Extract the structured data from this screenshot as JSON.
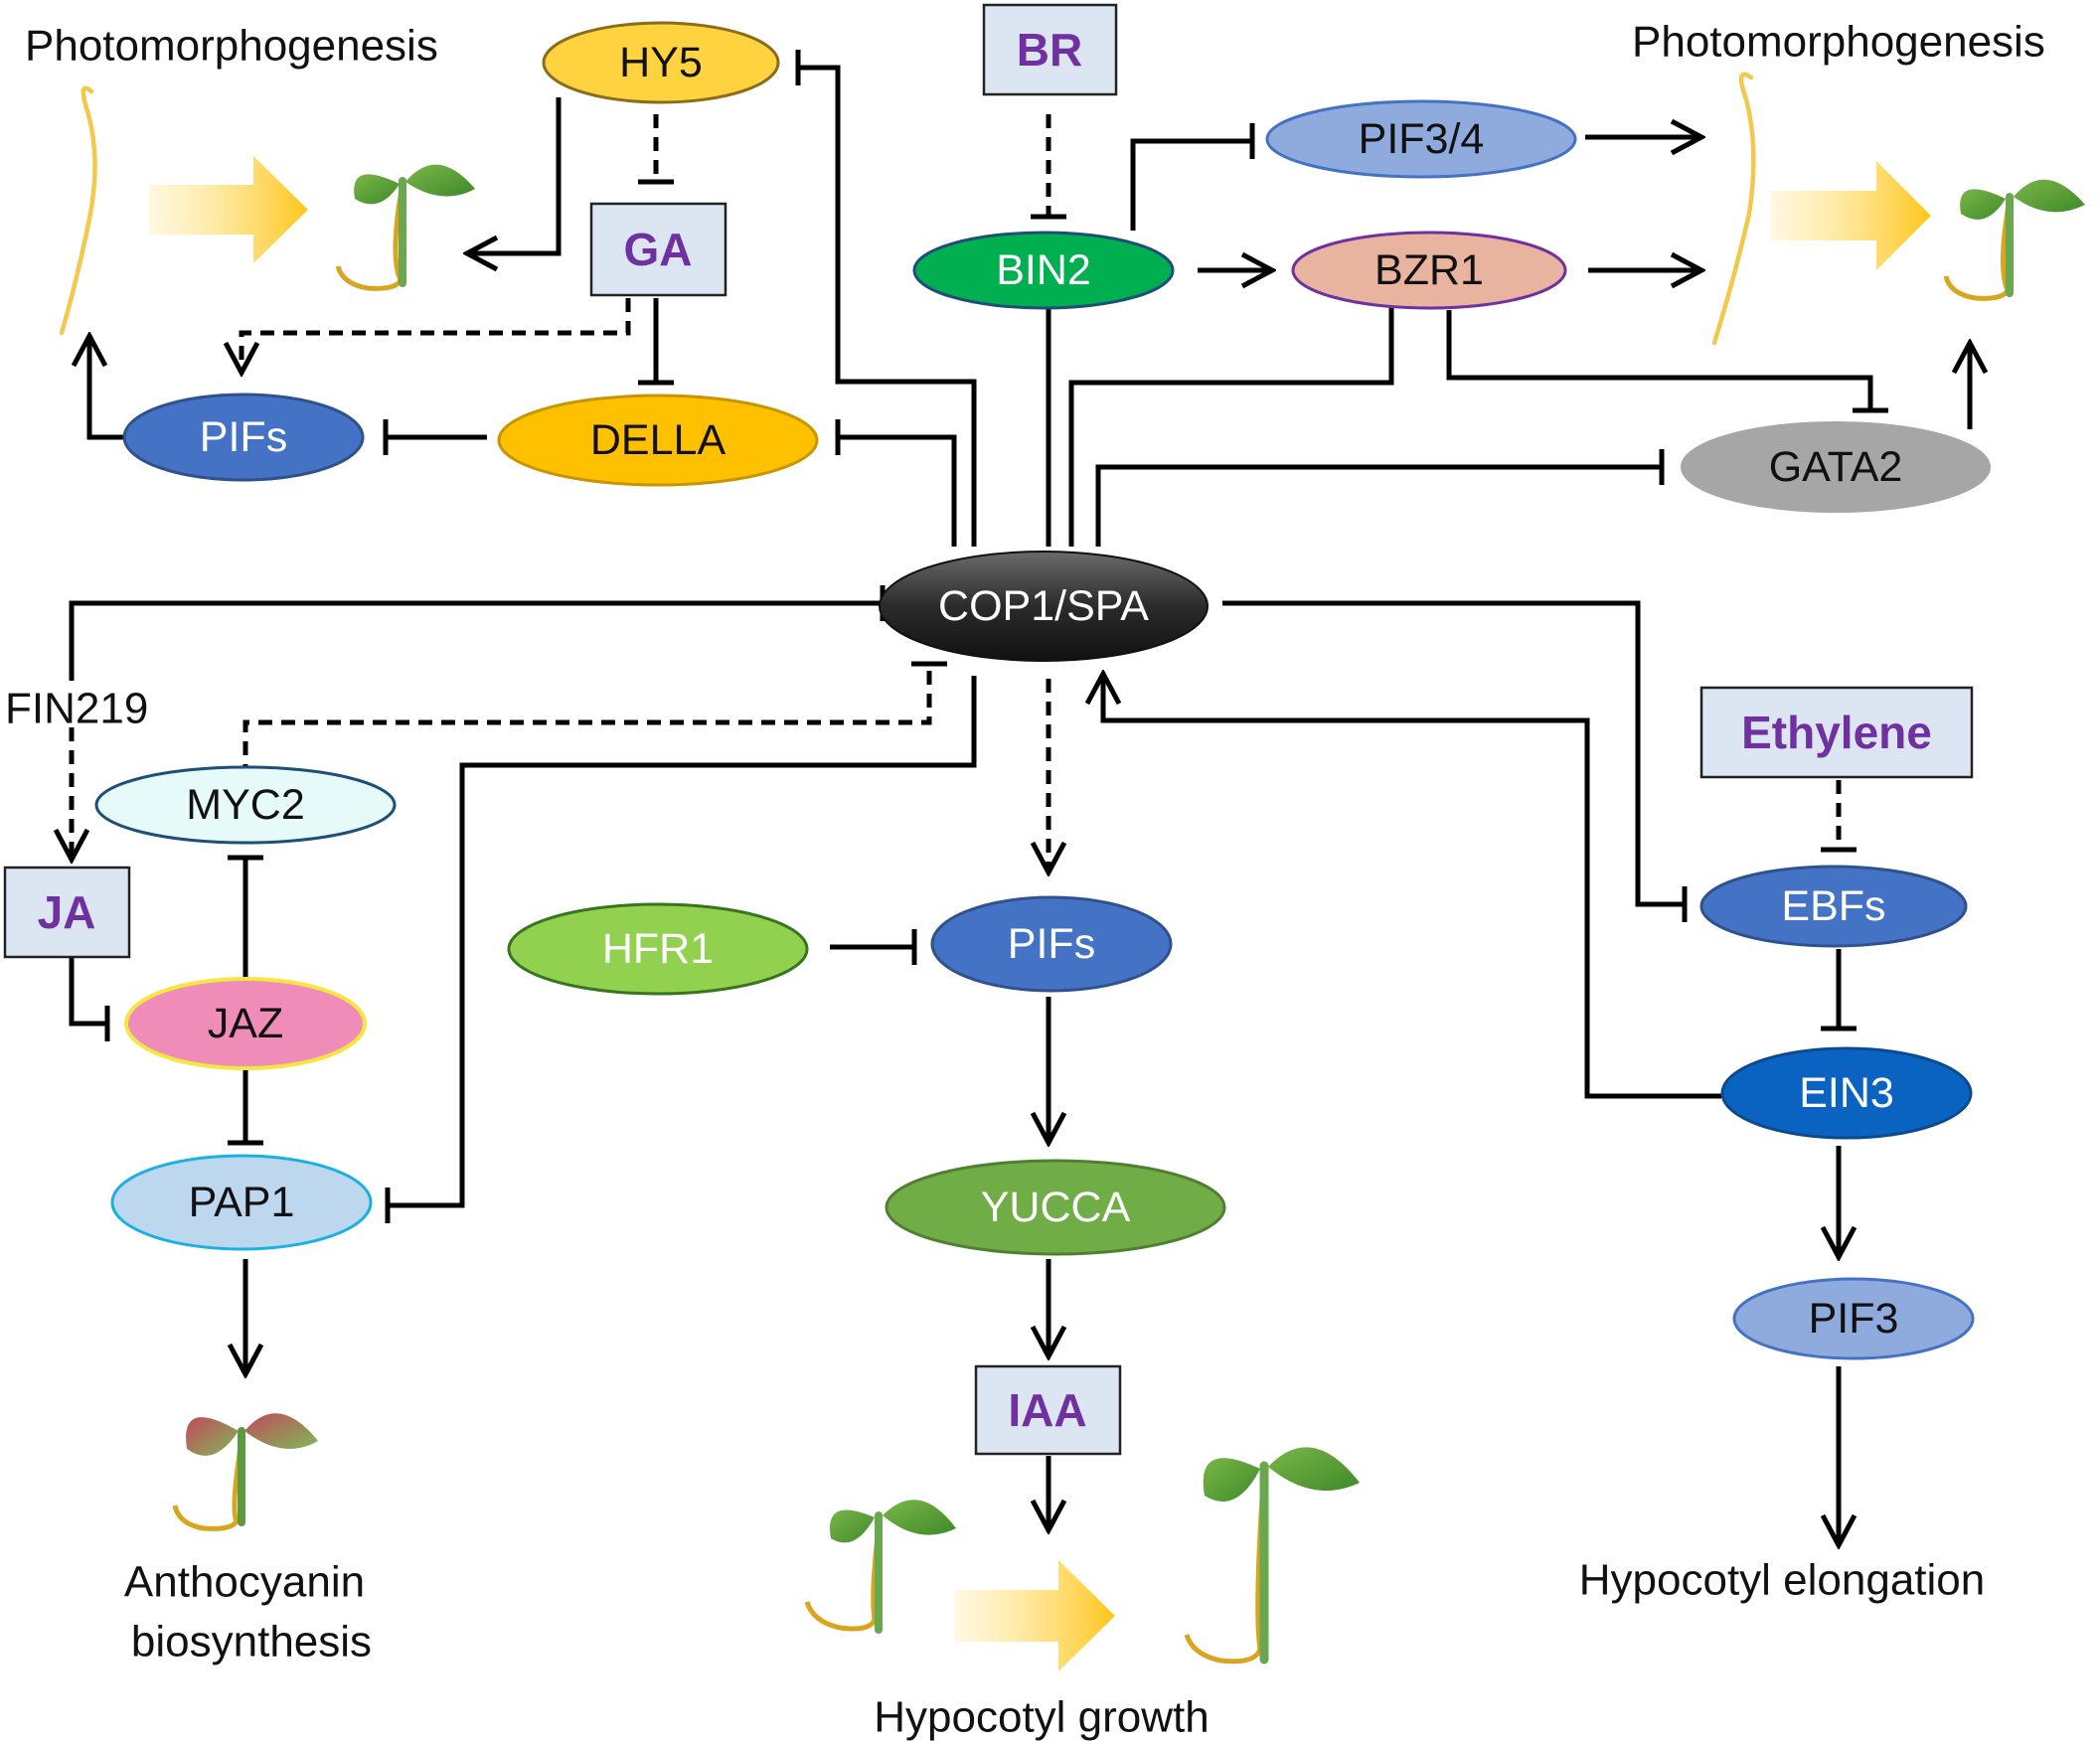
{
  "nodes": {
    "hy5": "HY5",
    "ga": "GA",
    "della": "DELLA",
    "pifs_top": "PIFs",
    "br": "BR",
    "bin2": "BIN2",
    "pif34": "PIF3/4",
    "bzr1": "BZR1",
    "gata2": "GATA2",
    "cop1": "COP1/SPA",
    "myc2": "MYC2",
    "ja": "JA",
    "jaz": "JAZ",
    "pap1": "PAP1",
    "hfr1": "HFR1",
    "pifs_mid": "PIFs",
    "yucca": "YUCCA",
    "iaa": "IAA",
    "ethylene": "Ethylene",
    "ebfs": "EBFs",
    "ein3": "EIN3",
    "pif3": "PIF3"
  },
  "labels": {
    "fin219": "FIN219",
    "photomorph_left": "Photomorphogenesis",
    "photomorph_right": "Photomorphogenesis",
    "anthocyanin_line1": "Anthocyanin",
    "anthocyanin_line2": "biosynthesis",
    "hypocotyl_growth": "Hypocotyl growth",
    "hypocotyl_elongation": "Hypocotyl elongation"
  },
  "colors": {
    "hy5": "#ffd23f",
    "della": "#ffc000",
    "pifs": "#4472c4",
    "bin2": "#00b050",
    "pif34": "#8faadc",
    "bzr1": "#e8b4a0",
    "gata2": "#a6a6a6",
    "cop1": "#2b2b2b",
    "myc2": "#e6fafa",
    "jaz": "#f08cb8",
    "pap1": "#bdd7ee",
    "hfr1": "#92d050",
    "yucca": "#70ad47",
    "ebfs": "#4472c4",
    "ein3": "#0b63c1",
    "pif3": "#8faadc",
    "hormone_text": "#7030a0",
    "hormone_fill": "#dce6f2"
  }
}
